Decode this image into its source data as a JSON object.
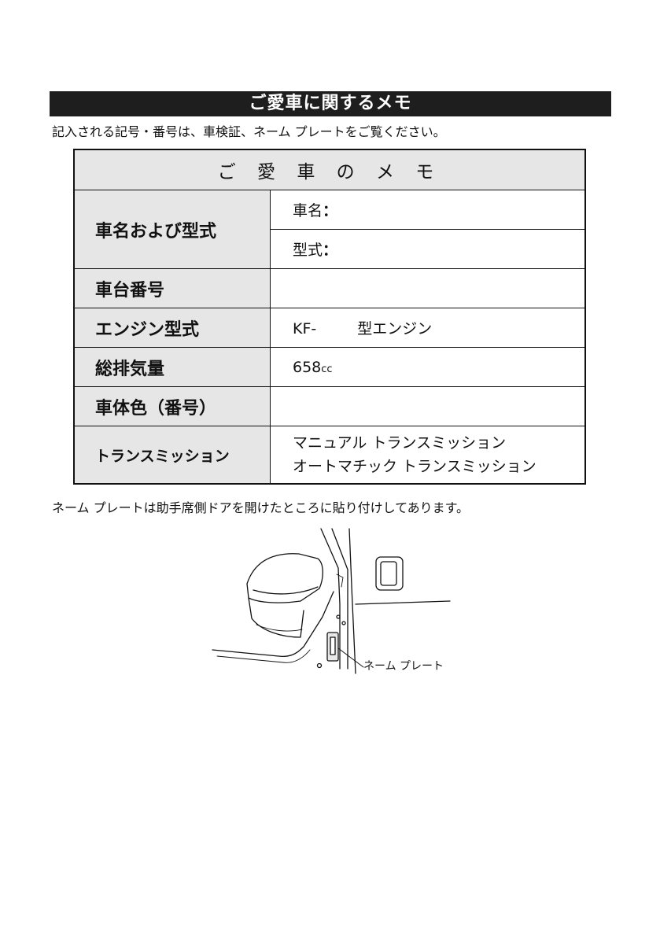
{
  "header": {
    "banner_title": "ご愛車に関するメモ",
    "intro_text": "記入される記号・番号は、車検証、ネーム プレートをご覧ください。"
  },
  "memo_table": {
    "title": "ご 愛 車 の メ モ",
    "rows": {
      "name_model": {
        "label": "車名および型式",
        "car_name_label": "車名",
        "model_label": "型式",
        "colon": "："
      },
      "chassis_number": {
        "label": "車台番号"
      },
      "engine_model": {
        "label": "エンジン型式",
        "prefix": "KF-",
        "suffix": "型エンジン"
      },
      "displacement": {
        "label": "総排気量",
        "value": "658",
        "unit": "cc"
      },
      "body_color": {
        "label": "車体色（番号）"
      },
      "transmission": {
        "label": "トランスミッション",
        "options": [
          "マニュアル トランスミッション",
          "オートマチック トランスミッション"
        ]
      }
    }
  },
  "footer": {
    "note_text": "ネーム プレートは助手席側ドアを開けたところに貼り付けしてあります。",
    "figure_label": "ネーム プレート"
  }
}
